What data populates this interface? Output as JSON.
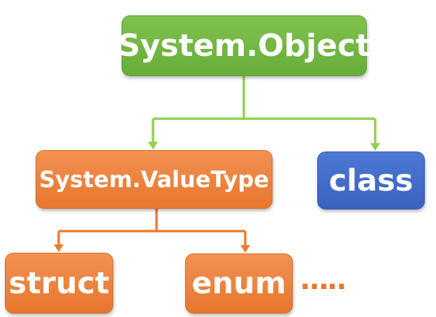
{
  "nodes": {
    "object": "System.Object",
    "valuetype": "System.ValueType",
    "class": "class",
    "struct": "struct",
    "enum": "enum"
  },
  "ellipsis": "…..",
  "colors": {
    "green": "#72b743",
    "orange": "#ed7d31",
    "blue": "#4472c4",
    "green_line": "#92d050",
    "orange_line": "#ed7d31"
  }
}
